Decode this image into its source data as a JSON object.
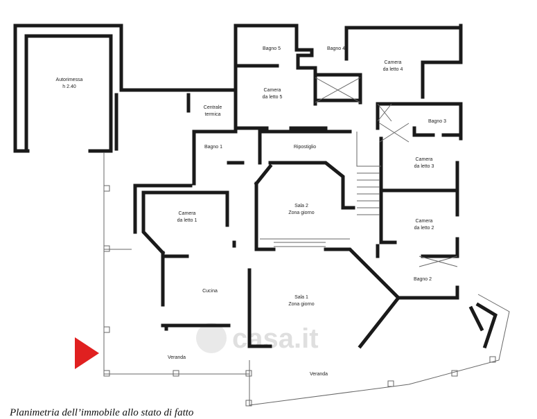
{
  "rooms": {
    "garage": [
      "Autorimessa",
      "h 2.40"
    ],
    "bagno5": "Bagno 5",
    "bagno4": "Bagno 4",
    "camera4": [
      "Camera",
      "da letto 4"
    ],
    "camera5": [
      "Camera",
      "da letto 5"
    ],
    "centrale": [
      "Centrale",
      "termica"
    ],
    "bagno3": "Bagno 3",
    "bagno1": "Bagno 1",
    "ripostiglio": "Ripostiglio",
    "camera3": [
      "Camera",
      "da letto 3"
    ],
    "sala2": [
      "Sala 2",
      "Zona giorno"
    ],
    "camera1": [
      "Camera",
      "da letto 1"
    ],
    "camera2": [
      "Camera",
      "da letto 2"
    ],
    "cucina": "Cucina",
    "bagno2": "Bagno 2",
    "sala1": [
      "Sala 1",
      "Zona giorno"
    ],
    "veranda_left": "Veranda",
    "veranda_right": "Veranda"
  },
  "watermark": "casa.it",
  "caption": "Planimetria dell’immobile allo stato di fatto",
  "colors": {
    "wall": "#1a1a1a",
    "marker": "#e02020"
  }
}
